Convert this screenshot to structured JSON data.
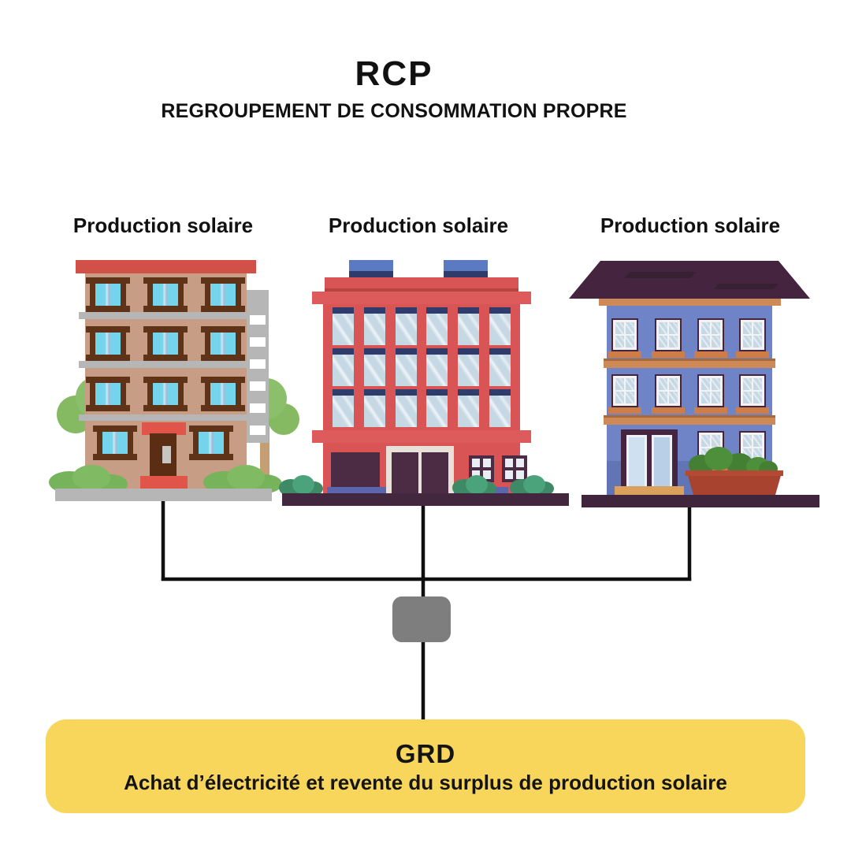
{
  "header": {
    "title": "RCP",
    "subtitle": "REGROUPEMENT DE CONSOMMATION PROPRE"
  },
  "buildings": [
    {
      "label": "Production solaire",
      "icon": "apartment-building-icon",
      "wall_color": "#c79d85",
      "roof_color": "#d15149"
    },
    {
      "label": "Production solaire",
      "icon": "office-building-icon",
      "wall_color": "#d95454",
      "accent_color": "#2e3b6b"
    },
    {
      "label": "Production solaire",
      "icon": "townhouse-building-icon",
      "wall_color": "#6f84c6",
      "roof_color": "#44243e"
    }
  ],
  "connector": {
    "meter_icon": "junction-box-icon",
    "line_color": "#0f0f0f",
    "box_color": "#7e7e7e"
  },
  "banner": {
    "title": "GRD",
    "subtitle": "Achat d’électricité et revente du surplus de production solaire",
    "background": "#F8D65C",
    "text_color": "#141414"
  }
}
